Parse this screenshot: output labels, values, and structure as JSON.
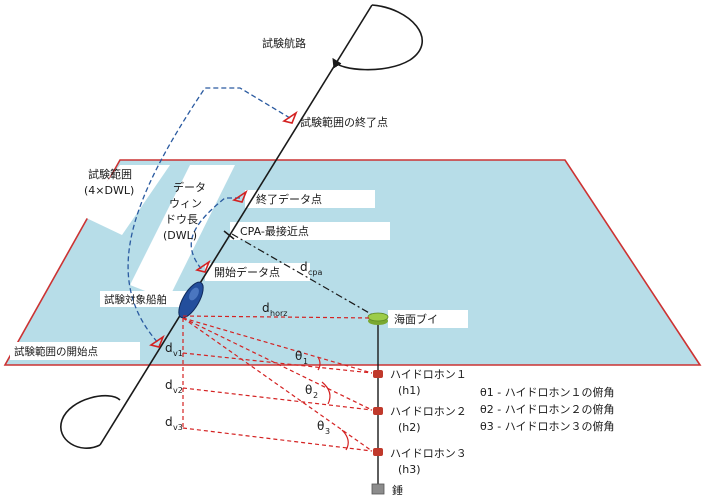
{
  "labels": {
    "test_route": "試験航路",
    "range_end": "試験範囲の終了点",
    "test_range_line1": "試験範囲",
    "test_range_line2": "(4×DWL)",
    "window_line1": "データ",
    "window_line2": "ウィン",
    "window_line3": "ドウ長",
    "window_line4": "(DWL)",
    "end_data": "終了データ点",
    "cpa": "CPA-最接近点",
    "start_data": "開始データ点",
    "target_vessel": "試験対象船舶",
    "range_start": "試験範囲の開始点",
    "surface_buoy": "海面ブイ",
    "hydrophone1": "ハイドロホン１",
    "hydrophone1_tag": "(h1)",
    "hydrophone2": "ハイドロホン２",
    "hydrophone2_tag": "(h2)",
    "hydrophone3": "ハイドロホン３",
    "hydrophone3_tag": "(h3)",
    "anchor": "錘",
    "legend1": "θ1 -  ハイドロホン１の俯角",
    "legend2": "θ2 -  ハイドロホン２の俯角",
    "legend3": "θ3 -  ハイドロホン３の俯角"
  },
  "symbols": {
    "d": "d",
    "theta": "θ",
    "cpa_sub": "cpa",
    "horz_sub": "horz",
    "v1_sub": "v1",
    "v2_sub": "v2",
    "v3_sub": "v3",
    "t1_sub": "1",
    "t2_sub": "2",
    "t3_sub": "3"
  },
  "colors": {
    "sea": "#b7dde8",
    "sea_border": "#cc3333",
    "route": "#1a1a1a",
    "range_line": "#2a5aa0",
    "dimension": "#d42222",
    "buoy": "#9ccc48",
    "hydrophone": "#c0392b"
  }
}
